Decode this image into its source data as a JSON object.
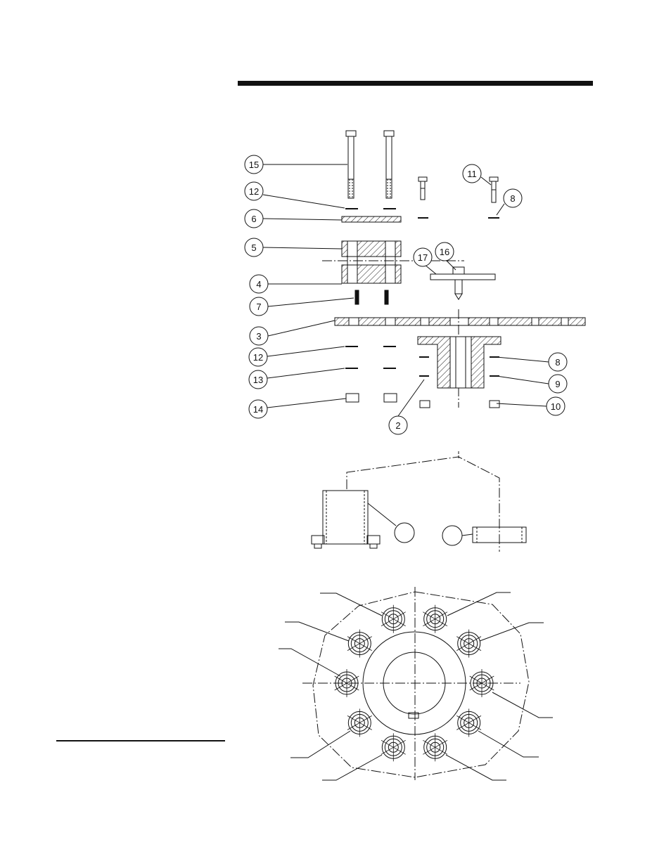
{
  "balloons": [
    {
      "id": "b15",
      "label": "15"
    },
    {
      "id": "b12a",
      "label": "12"
    },
    {
      "id": "b6",
      "label": "6"
    },
    {
      "id": "b5",
      "label": "5"
    },
    {
      "id": "b4",
      "label": "4"
    },
    {
      "id": "b7",
      "label": "7"
    },
    {
      "id": "b3",
      "label": "3"
    },
    {
      "id": "b12b",
      "label": "12"
    },
    {
      "id": "b13",
      "label": "13"
    },
    {
      "id": "b14",
      "label": "14"
    },
    {
      "id": "b11",
      "label": "11"
    },
    {
      "id": "b8a",
      "label": "8"
    },
    {
      "id": "b17",
      "label": "17"
    },
    {
      "id": "b16",
      "label": "16"
    },
    {
      "id": "b8b",
      "label": "8"
    },
    {
      "id": "b9",
      "label": "9"
    },
    {
      "id": "b10",
      "label": "10"
    },
    {
      "id": "b2",
      "label": "2"
    }
  ],
  "colors": {
    "ink": "#111111",
    "paper": "#ffffff"
  }
}
